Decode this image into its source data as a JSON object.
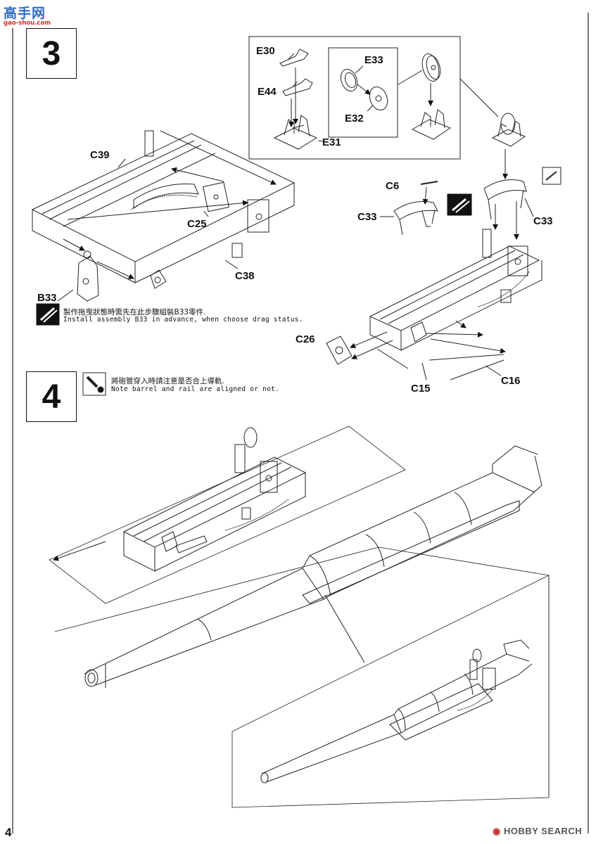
{
  "watermark": {
    "brand": "高手网",
    "url": "gao-shou.com"
  },
  "step3": {
    "number": "3",
    "parts": {
      "E30": "E30",
      "E44": "E44",
      "E33": "E33",
      "E32": "E32",
      "E31": "E31",
      "C39": "C39",
      "C25": "C25",
      "C38": "C38",
      "B33": "B33",
      "C6": "C6",
      "C33a": "C33",
      "C33b": "C33",
      "C26": "C26",
      "C15": "C15",
      "C16": "C16"
    },
    "note_zh": "製作拖曳狀態時需先在此步驟組裝B33零件.",
    "note_en": "Install assembly B33 in advance, when choose drag status."
  },
  "step4": {
    "number": "4",
    "note_zh": "將砲管穿入時請注意是否合上導軌.",
    "note_en": "Note barrel and rail are aligned or not."
  },
  "footer": {
    "page_number": "4",
    "source": "HOBBY SEARCH"
  }
}
